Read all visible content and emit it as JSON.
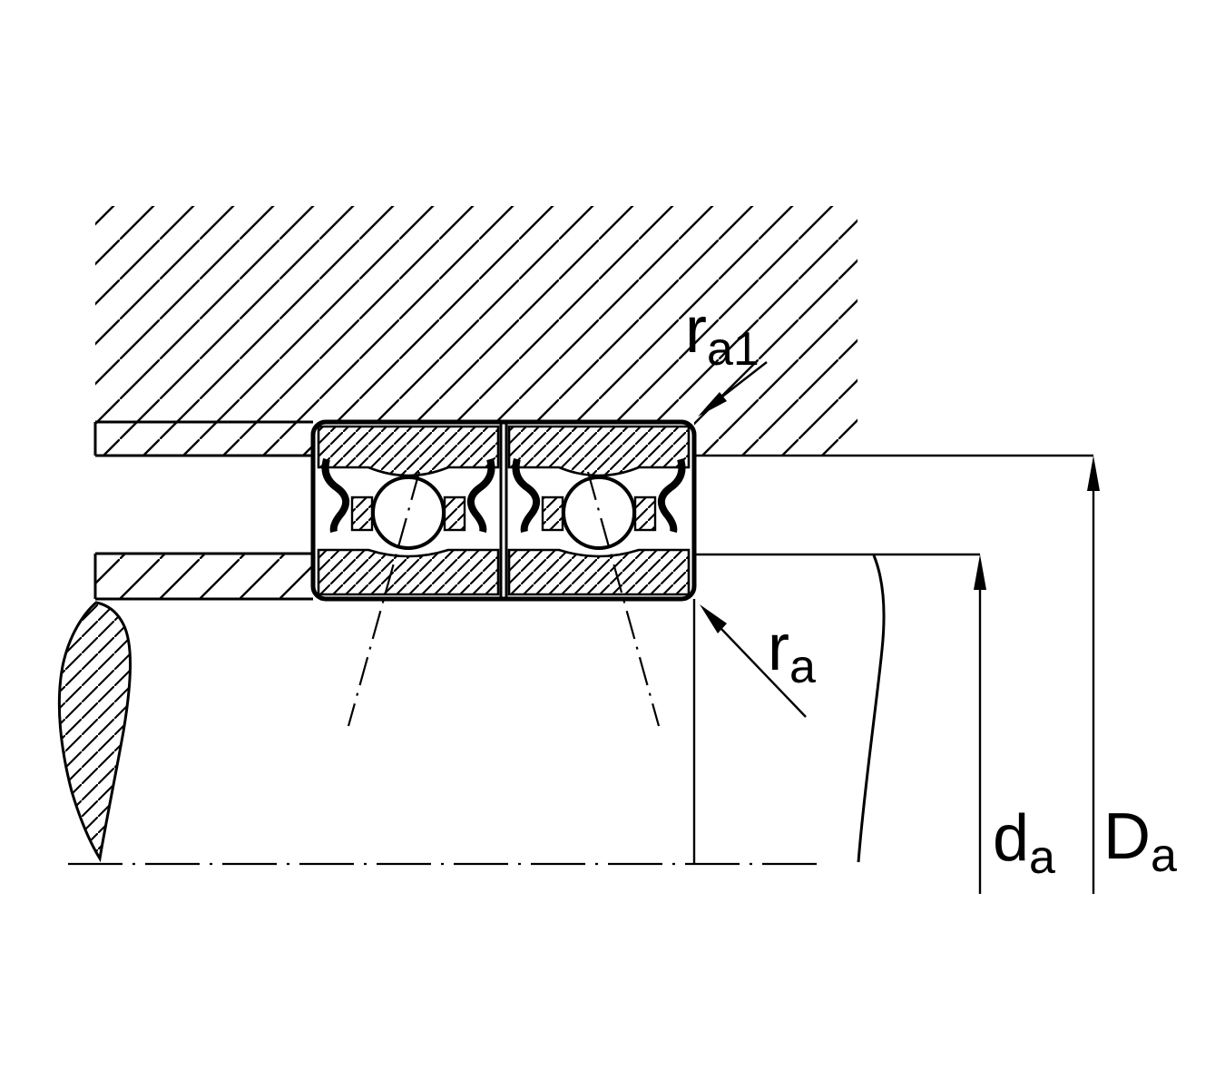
{
  "drawing": {
    "title": "Bearing mounting cross-section with abutment and fillet dimensions",
    "type": "technical-section-drawing"
  },
  "colors": {
    "line": "#000000",
    "background": "#ffffff"
  },
  "labels": {
    "ra1": {
      "base": "r",
      "sub": "a1"
    },
    "ra": {
      "base": "r",
      "sub": "a"
    },
    "da": {
      "base": "d",
      "sub": "a"
    },
    "Da": {
      "base": "D",
      "sub": "a"
    }
  }
}
